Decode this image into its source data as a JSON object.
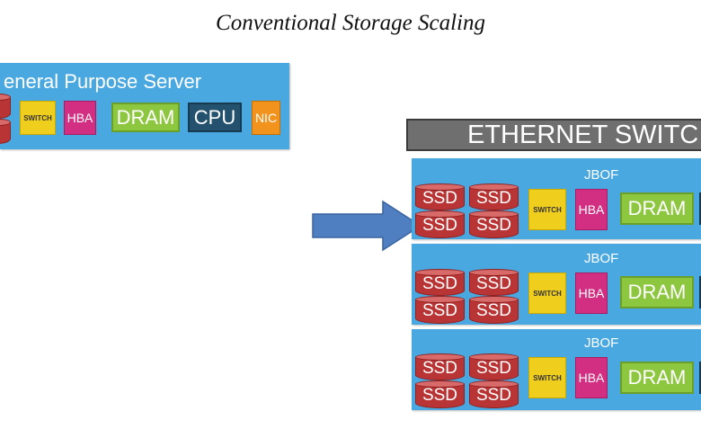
{
  "title": "Conventional Storage Scaling",
  "server": {
    "title": "eneral Purpose Server",
    "switch_label": "SWITCH",
    "hba_label": "HBA",
    "dram_label": "DRAM",
    "cpu_label": "CPU",
    "nic_label": "NIC"
  },
  "ethernet_switch_label": "ETHERNET SWITC",
  "jbofs": [
    {
      "title": "JBOF",
      "ssd_labels": [
        "SSD",
        "SSD",
        "SSD",
        "SSD"
      ],
      "switch_label": "SWITCH",
      "hba_label": "HBA",
      "dram_label": "DRAM"
    },
    {
      "title": "JBOF",
      "ssd_labels": [
        "SSD",
        "SSD",
        "SSD",
        "SSD"
      ],
      "switch_label": "SWITCH",
      "hba_label": "HBA",
      "dram_label": "DRAM"
    },
    {
      "title": "JBOF",
      "ssd_labels": [
        "SSD",
        "SSD",
        "SSD",
        "SSD"
      ],
      "switch_label": "SWITCH",
      "hba_label": "HBA",
      "dram_label": "DRAM"
    }
  ],
  "colors": {
    "panel": "#4aa8e0",
    "ssd": "#b93434",
    "switch": "#f0ce1e",
    "hba": "#d22f82",
    "dram": "#8dc63f",
    "cpu": "#24526e",
    "nic": "#f2931e",
    "ethernet_switch": "#6f6f6f",
    "arrow": "#4f7fc1"
  }
}
